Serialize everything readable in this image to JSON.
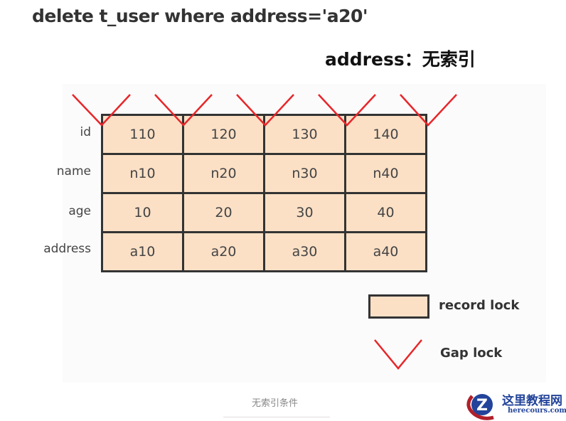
{
  "title": "delete t_user where address='a20'",
  "index_note": "address：无索引",
  "row_labels": [
    "id",
    "name",
    "age",
    "address"
  ],
  "rows": [
    [
      "110",
      "120",
      "130",
      "140"
    ],
    [
      "n10",
      "n20",
      "n30",
      "n40"
    ],
    [
      "10",
      "20",
      "30",
      "40"
    ],
    [
      "a10",
      "a20",
      "a30",
      "a40"
    ]
  ],
  "legend": {
    "record_lock": "record lock",
    "gap_lock": "Gap lock"
  },
  "caption": "无索引条件",
  "watermark": {
    "name": "这里教程网",
    "site": "herecours.com"
  },
  "colors": {
    "record": "#fbe0c6",
    "gap": "#e8262a"
  }
}
